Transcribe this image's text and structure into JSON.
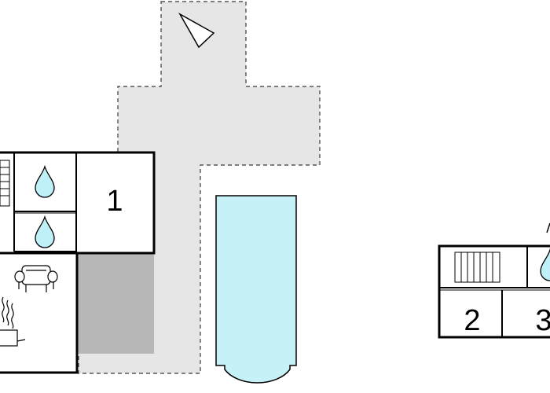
{
  "floor_plan": {
    "room_labels": {
      "room_1": "1",
      "room_2": "2",
      "room_3": "3"
    },
    "colors": {
      "terrace": "#e6e6e6",
      "terrace_border": "#555555",
      "covered_area": "#b7b7b7",
      "pool_water": "#c6f1f7",
      "walls": "#000000",
      "water_drop": "#bff0f8"
    },
    "icons": {
      "compass": "north-arrow-icon",
      "bathroom_fixture": "water-drop-icon",
      "sofa": "sofa-icon",
      "stove": "stove-icon",
      "radiator": "radiator-icon"
    }
  }
}
